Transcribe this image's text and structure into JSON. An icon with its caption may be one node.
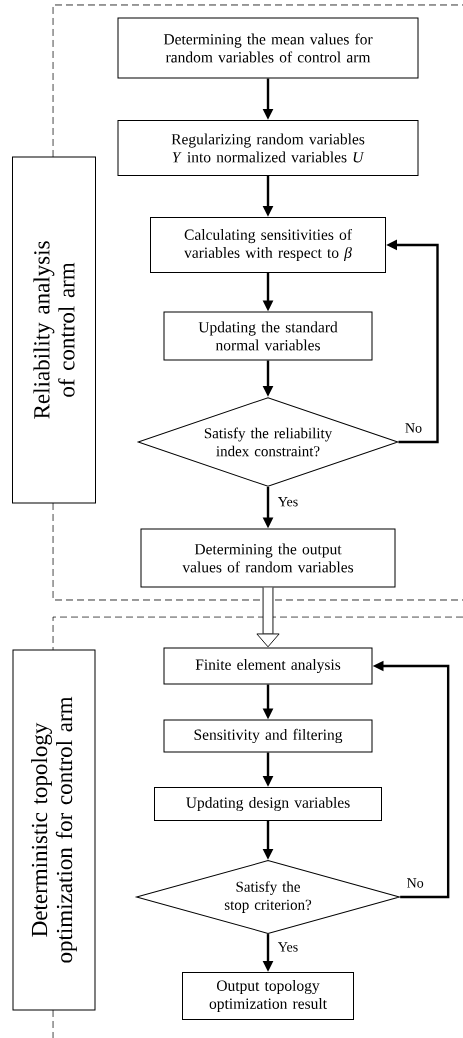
{
  "diagram": {
    "nodes": [
      {
        "text": [
          "Reliability analysis of control arm"
        ]
      },
      {
        "text": [
          "Determining the mean values for random variables of control arm"
        ]
      },
      {
        "text": [
          "Regularizing random variables *Y* into normalized variables *U*"
        ]
      },
      {
        "text": [
          "Calculating sensitivities of variables with respect to *β*"
        ]
      },
      {
        "text": [
          "Updating the standard normal variables"
        ]
      },
      {
        "text": [
          "Satisfy the reliability index constraint?"
        ]
      },
      {
        "text": [
          "Determining the output values of random variables"
        ]
      },
      {
        "text": [
          "Deterministic topology optimization for control arm"
        ]
      },
      {
        "text": [
          "Finite element analysis"
        ]
      },
      {
        "text": [
          "Sensitivity and filtering"
        ]
      },
      {
        "text": [
          "Updating design variables"
        ]
      },
      {
        "text": [
          "Satisfy the stop criterion?"
        ]
      },
      {
        "text": [
          "Output topology optimization result"
        ]
      }
    ],
    "edges": [
      {
        "from": 1,
        "to": 2,
        "arrow": "to"
      },
      {
        "from": 2,
        "to": 3,
        "arrow": "to"
      },
      {
        "from": 3,
        "to": 4,
        "arrow": "to"
      },
      {
        "from": 4,
        "to": 5,
        "arrow": "to"
      },
      {
        "from": 5,
        "to": 3,
        "arrow": "to",
        "label": "No"
      },
      {
        "from": 5,
        "to": 6,
        "arrow": "to",
        "label": "Yes"
      },
      {
        "from": 6,
        "to": 8,
        "arrow": "to",
        "style": "thick"
      },
      {
        "from": 8,
        "to": 9,
        "arrow": "to"
      },
      {
        "from": 9,
        "to": 10,
        "arrow": "to"
      },
      {
        "from": 10,
        "to": 11,
        "arrow": "to"
      },
      {
        "from": 11,
        "to": 8,
        "arrow": "to",
        "label": "No"
      },
      {
        "from": 11,
        "to": 12,
        "arrow": "to",
        "label": "Yes"
      }
    ]
  }
}
